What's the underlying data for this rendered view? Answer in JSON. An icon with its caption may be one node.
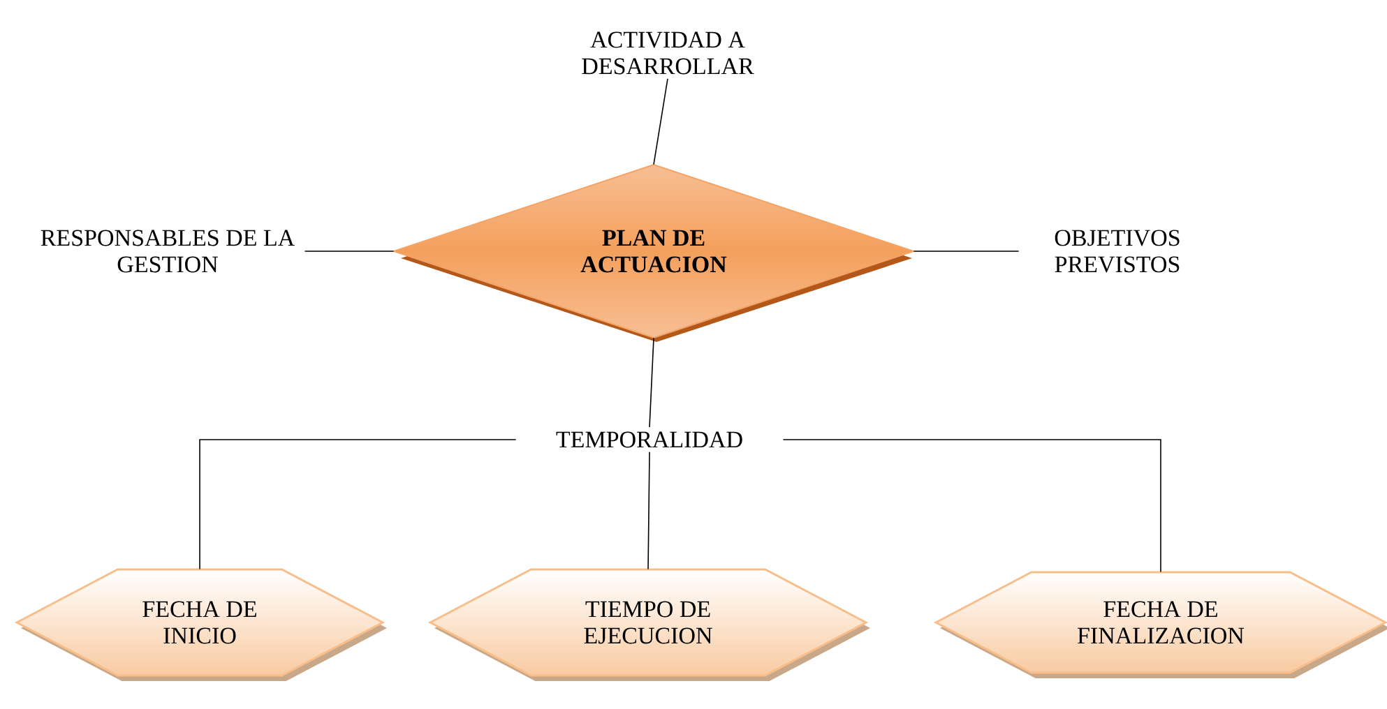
{
  "diagram": {
    "nodes": [
      {
        "text": [
          "ACTIVIDAD A DESARROLLAR"
        ]
      },
      {
        "text": [
          "RESPONSABLES DE LA GESTION"
        ]
      },
      {
        "text": [
          "PLAN DE ACTUACION"
        ]
      },
      {
        "text": [
          "OBJETIVOS PREVISTOS"
        ]
      },
      {
        "text": [
          "TEMPORALIDAD"
        ]
      },
      {
        "text": [
          "FECHA DE INICIO"
        ]
      },
      {
        "text": [
          "TIEMPO DE EJECUCION"
        ]
      },
      {
        "text": [
          "FECHA DE FINALIZACION"
        ]
      }
    ],
    "edges": [
      {
        "from": 2,
        "to": 0,
        "arrow": "none"
      },
      {
        "from": 2,
        "to": 1,
        "arrow": "none"
      },
      {
        "from": 2,
        "to": 3,
        "arrow": "none"
      },
      {
        "from": 2,
        "to": 4,
        "arrow": "none"
      },
      {
        "from": 4,
        "to": 5,
        "arrow": "none"
      },
      {
        "from": 4,
        "to": 6,
        "arrow": "none"
      },
      {
        "from": 4,
        "to": 7,
        "arrow": "none"
      }
    ]
  }
}
